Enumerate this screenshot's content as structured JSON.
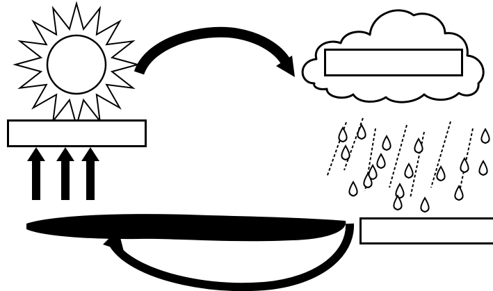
{
  "diagram": {
    "labels": {
      "sun_label": "",
      "cloud_label": "",
      "rain_label": ""
    },
    "icons": [
      "sun-icon",
      "cloud-icon",
      "raindrops-icon",
      "water-body",
      "up-arrows-icon",
      "cycle-arrow-top",
      "cycle-arrow-bottom"
    ],
    "colors": {
      "ink": "#000000",
      "background": "#ffffff"
    }
  }
}
